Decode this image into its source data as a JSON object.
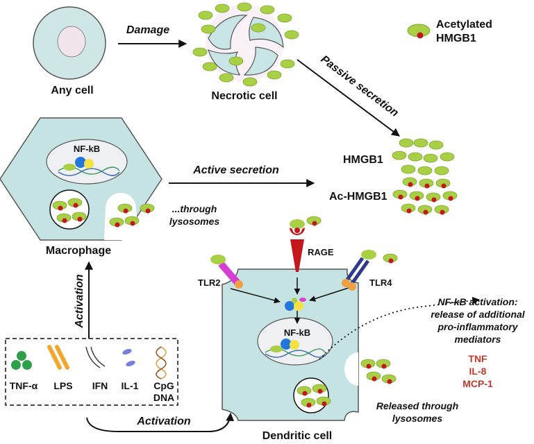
{
  "labels": {
    "any_cell": "Any cell",
    "damage": "Damage",
    "necrotic_cell": "Necrotic cell",
    "legend": [
      "Acetylated",
      "HMGB1"
    ],
    "passive_secretion": "Passive secretion",
    "hmgb1": "HMGB1",
    "ac_hmgb1": "Ac-HMGB1",
    "active_secretion": "Active secretion",
    "nfkb_macrophage": "NF-kB",
    "through_lysosomes": [
      "...through",
      "lysosomes"
    ],
    "macrophage": "Macrophage",
    "activation_vertical": "Activation",
    "rage": "RAGE",
    "tlr2": "TLR2",
    "tlr4": "TLR4",
    "nfkb_dendritic": "NF-kB",
    "nfkb_activation": [
      "NF-kB activation:",
      "release of additional",
      "pro-inflammatory",
      "mediators"
    ],
    "mediators": [
      "TNF",
      "IL-8",
      "MCP-1"
    ],
    "stimuli": [
      "TNF-α",
      "LPS",
      "IFN",
      "IL-1",
      "CpG",
      "DNA"
    ],
    "activation_bottom": "Activation",
    "released_through": [
      "Released through",
      "lysosomes"
    ],
    "dendritic_cell": "Dendritic cell"
  },
  "colors": {
    "cell_fill": "#c5e3e3",
    "nucleus": "#eef0f4",
    "hmgb1_green": "#a8cf45",
    "acetyl_red": "#c4171c",
    "text_red": "#c0392b",
    "stimulus_green": "#2e9f4a",
    "stimulus_orange": "#f2a72c",
    "il1_blue": "#7a7fd8",
    "tlr2_pink": "#d63fd1",
    "tlr4_navy": "#2e3a8c",
    "receptor_orange": "#f0a040",
    "nfkb_blue": "#2277dd",
    "nfkb_yellow": "#f5e142"
  }
}
